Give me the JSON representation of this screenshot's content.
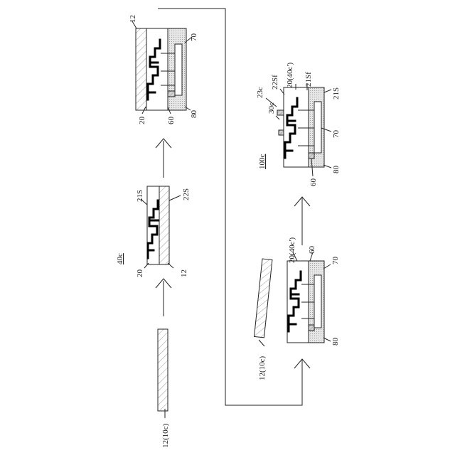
{
  "labels": {
    "s1_carrier": "12(10c)",
    "s2_ref": "40c",
    "s2_21s": "21S",
    "s2_22s": "22S",
    "s2_20": "20",
    "s2_12": "12",
    "s3_12": "12",
    "s3_70": "70",
    "s3_20": "20",
    "s3_60": "60",
    "s3_80": "80",
    "s4_carrier": "12(10c)",
    "s4_20": "20(40c')",
    "s4_60": "60",
    "s4_70": "70",
    "s4_80": "80",
    "s5_ref": "100c",
    "s5_23c": "23c",
    "s5_30c": "30c",
    "s5_22sf": "22Sf",
    "s5_20": "20(40c')",
    "s5_21sf": "21Sf",
    "s5_21s": "21S",
    "s5_70": "70",
    "s5_80": "80",
    "s5_60": "60"
  },
  "colors": {
    "line": "#222222",
    "trace": "#000000",
    "fill_dark": "#c8c8c8",
    "fill_light": "#e4e4e4"
  }
}
